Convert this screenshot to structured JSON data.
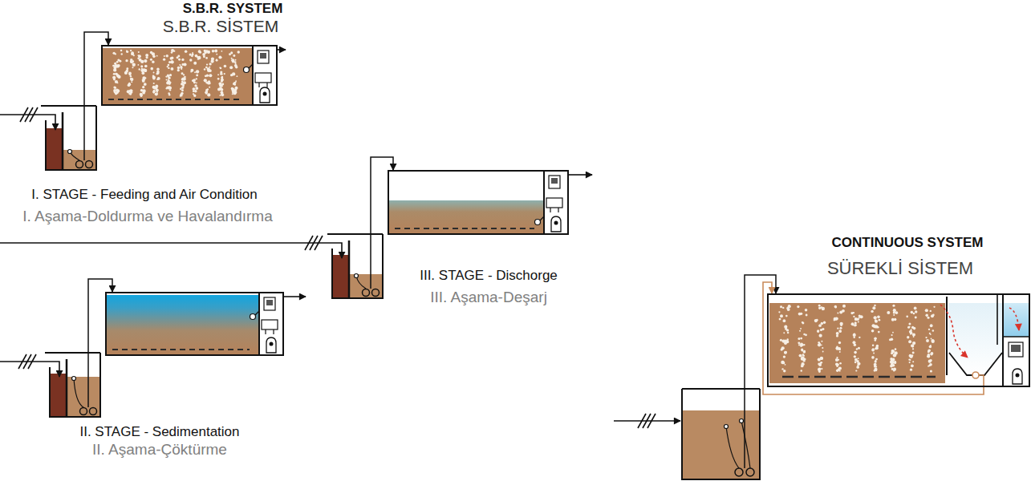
{
  "diagram": {
    "labels": [
      "S.B.R. SYSTEM",
      "S.B.R. SİSTEM",
      "I. STAGE - Feeding and Air Condition",
      "I. Aşama-Doldurma ve Havalandırma",
      "II. STAGE - Sedimentation",
      "II. Aşama-Çöktürme",
      "III. STAGE - Dischorge",
      "III. Aşama-Deşarj",
      "CONTINUOUS SYSTEM",
      "SÜREKLİ SİSTEM"
    ]
  }
}
